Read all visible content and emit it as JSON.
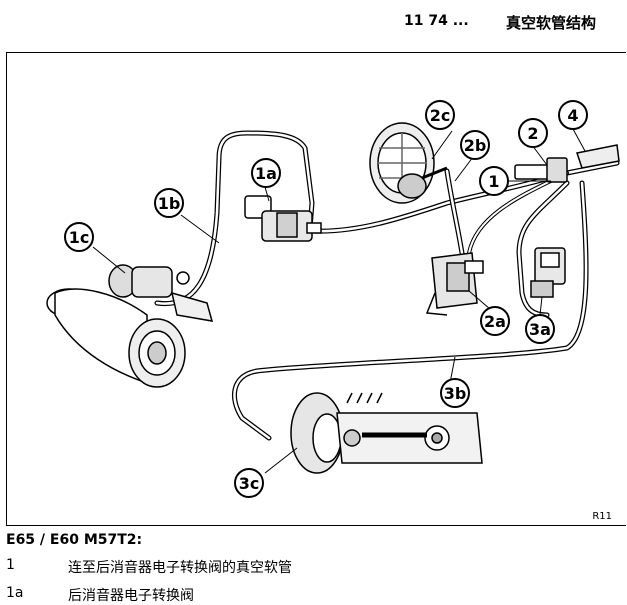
{
  "header": {
    "code": "11 74 ...",
    "title": "真空软管结构"
  },
  "diagram": {
    "callouts": [
      "1",
      "1a",
      "1b",
      "1c",
      "2",
      "2a",
      "2b",
      "2c",
      "3a",
      "3b",
      "3c",
      "4"
    ],
    "figure_ref": "R11"
  },
  "legend": {
    "model": "E65 / E60 M57T2:",
    "rows": [
      {
        "num": "1",
        "text": "连至后消音器电子转换阀的真空软管"
      },
      {
        "num": "1a",
        "text": "后消音器电子转换阀"
      }
    ]
  }
}
